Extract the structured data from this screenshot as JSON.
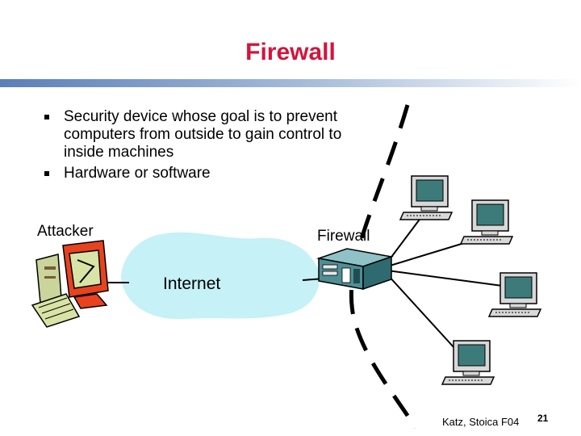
{
  "slide": {
    "title": "Firewall",
    "bullets": [
      "Security device whose goal is to prevent computers from outside to gain control to inside machines",
      "Hardware or software"
    ],
    "footer_author": "Katz, Stoica F04",
    "page_number": "21"
  },
  "diagram": {
    "attacker_label": "Attacker",
    "firewall_label": "Firewall",
    "internet_label": "Internet",
    "internal_hosts": 4
  },
  "colors": {
    "title": "#d4143c",
    "title_bar_left": "#5a7fb8",
    "cloud_fill": "#c6f1f6",
    "attacker_monitor": "#e8421e",
    "attacker_screen": "#d8e3a5",
    "host_monitor": "#d8d8d8",
    "host_screen": "#3d7b7b",
    "firewall_box": "#4d8f95"
  }
}
